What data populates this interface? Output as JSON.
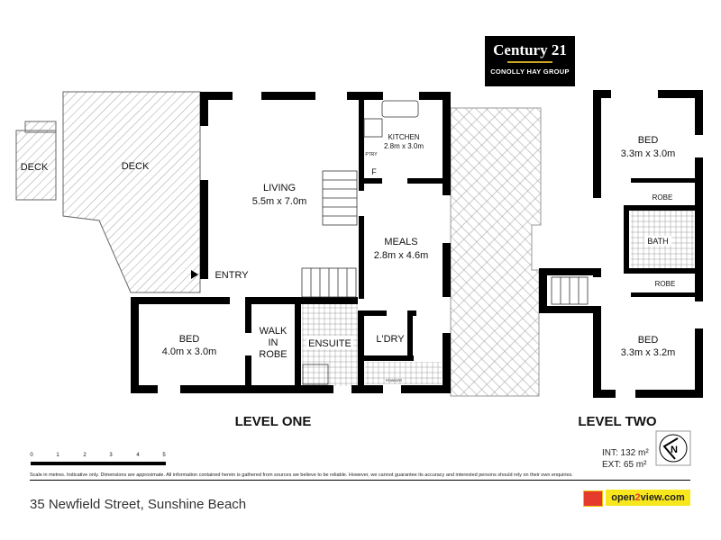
{
  "brand": {
    "logo_text": "Century 21",
    "group": "CONOLLY HAY GROUP"
  },
  "level_one": {
    "title": "LEVEL ONE",
    "rooms": {
      "deck_small": "DECK",
      "deck": "DECK",
      "living": "LIVING",
      "living_dim": "5.5m x 7.0m",
      "kitchen": "KITCHEN",
      "kitchen_dim": "2.8m x 3.0m",
      "pantry": "PTRY",
      "fridge": "F",
      "meals": "MEALS",
      "meals_dim": "2.8m x 4.6m",
      "entry": "ENTRY",
      "bed": "BED",
      "bed_dim": "4.0m x 3.0m",
      "walk_in_robe": [
        "WALK",
        "IN",
        "ROBE"
      ],
      "ensuite": "ENSUITE",
      "laundry": "L'DRY",
      "powder": "POWDER"
    }
  },
  "level_two": {
    "title": "LEVEL TWO",
    "rooms": {
      "bed1": "BED",
      "bed1_dim": "3.3m x 3.0m",
      "robe1": "ROBE",
      "bath": "BATH",
      "robe2": "ROBE",
      "bed2": "BED",
      "bed2_dim": "3.3m x 3.2m"
    }
  },
  "scale": {
    "ticks": [
      "0",
      "1",
      "2",
      "3",
      "4",
      "5"
    ],
    "unit": "metres"
  },
  "areas": {
    "int": "INT: 132 m²",
    "ext": "EXT: 65 m²"
  },
  "disclaimer": "Scale in metres. Indicative only. Dimensions are approximate. All information contained herein is gathered from sources we believe to be reliable. However, we cannot guarantee its accuracy and interested persons should rely on their own enquiries.",
  "address": "35 Newfield Street, Sunshine Beach",
  "open2view": {
    "pre": "open",
    "mid": "2",
    "post": "view.com"
  },
  "icons": {
    "compass": "north-arrow-icon",
    "house": "open2view-house-icon"
  },
  "colors": {
    "wall": "#000000",
    "logo_bg": "#000000",
    "logo_gold": "#c9a227",
    "o2v_yellow": "#f8e71c",
    "o2v_red": "#e53b2c"
  }
}
